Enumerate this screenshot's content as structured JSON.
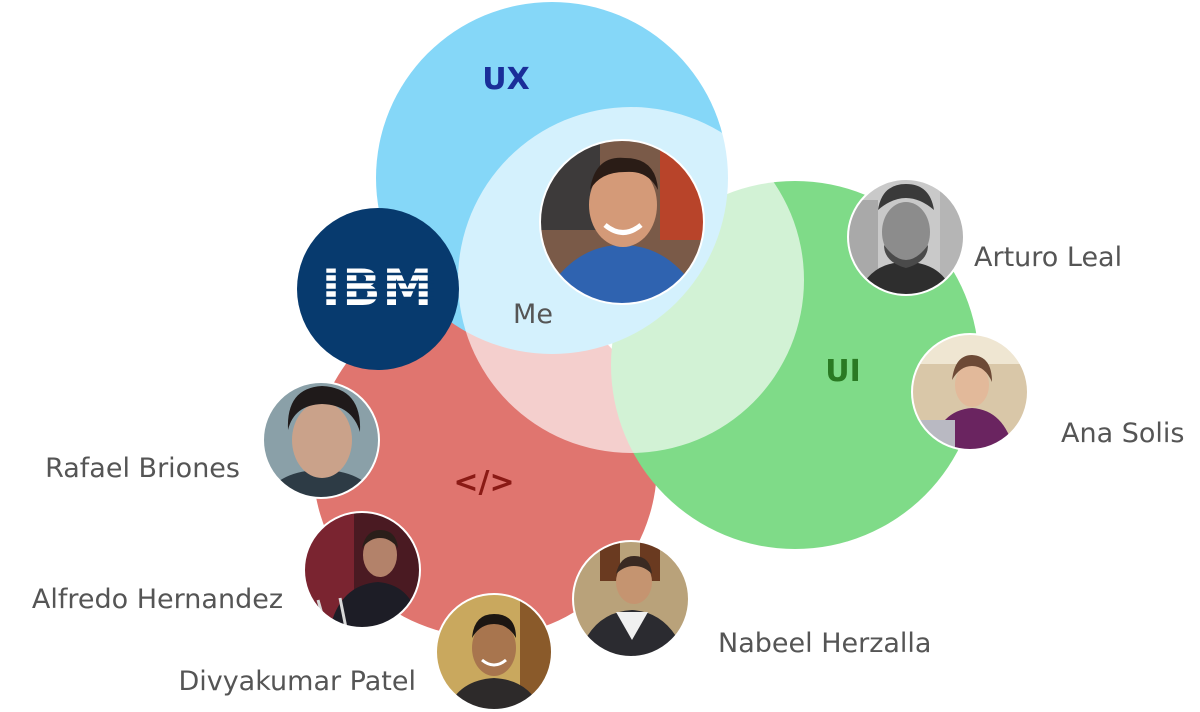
{
  "groups": {
    "ux": {
      "label": "UX",
      "fill": "#85d7f8",
      "label_color": "#1a2e99"
    },
    "ui": {
      "label": "UI",
      "fill": "#7fdb88",
      "label_color": "#2a7a23"
    },
    "code": {
      "label": "</>",
      "fill": "#e0756f",
      "label_color": "#8a1a15"
    }
  },
  "center": {
    "label": "Me",
    "fill": "#ffffff"
  },
  "logo": {
    "text": "IBM",
    "background": "#073a6e",
    "color": "#ffffff"
  },
  "people": {
    "arturo": "Arturo Leal",
    "ana": "Ana Solis",
    "rafael": "Rafael Briones",
    "alfredo": "Alfredo Hernandez",
    "divyakumar": "Divyakumar Patel",
    "nabeel": "Nabeel Herzalla"
  },
  "colors": {
    "person_label": "#555555",
    "avatar_border": "#ffffff"
  }
}
